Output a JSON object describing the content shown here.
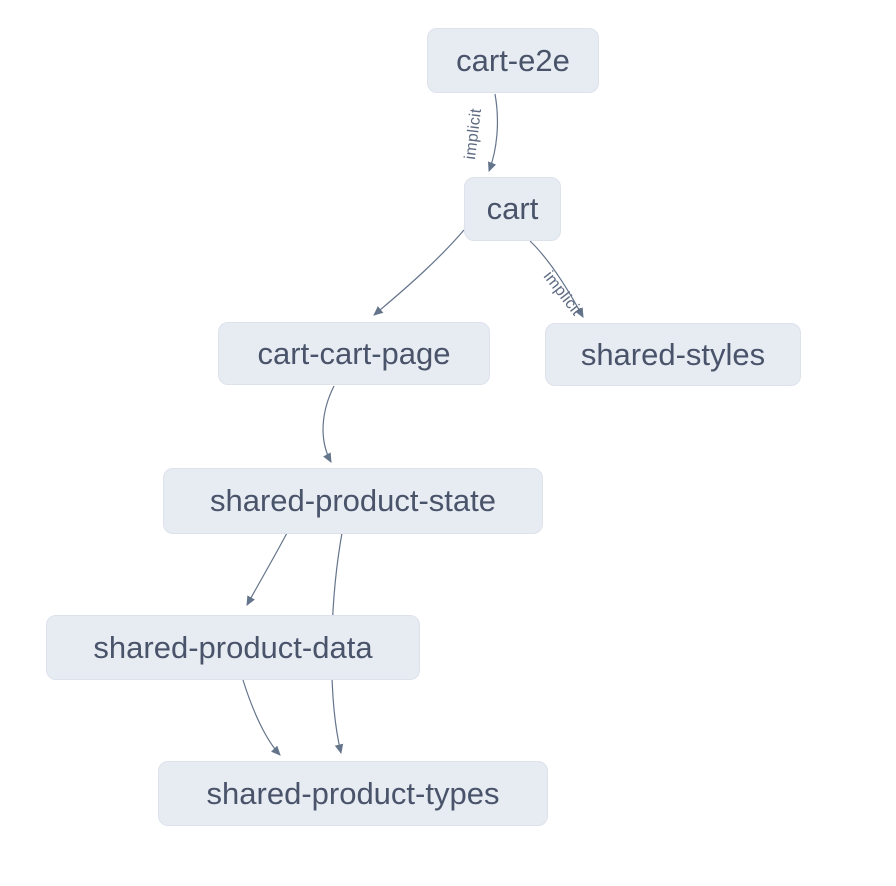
{
  "diagram": {
    "kind": "dependency-graph",
    "nodes": [
      {
        "id": "cart-e2e",
        "label": "cart-e2e"
      },
      {
        "id": "cart",
        "label": "cart"
      },
      {
        "id": "cart-cart-page",
        "label": "cart-cart-page"
      },
      {
        "id": "shared-styles",
        "label": "shared-styles"
      },
      {
        "id": "shared-product-state",
        "label": "shared-product-state"
      },
      {
        "id": "shared-product-data",
        "label": "shared-product-data"
      },
      {
        "id": "shared-product-types",
        "label": "shared-product-types"
      }
    ],
    "edges": [
      {
        "from": "cart-e2e",
        "to": "cart",
        "label": "implicit"
      },
      {
        "from": "cart",
        "to": "cart-cart-page",
        "label": ""
      },
      {
        "from": "cart",
        "to": "shared-styles",
        "label": "implicit"
      },
      {
        "from": "cart-cart-page",
        "to": "shared-product-state",
        "label": ""
      },
      {
        "from": "shared-product-state",
        "to": "shared-product-data",
        "label": ""
      },
      {
        "from": "shared-product-state",
        "to": "shared-product-types",
        "label": ""
      },
      {
        "from": "shared-product-data",
        "to": "shared-product-types",
        "label": ""
      }
    ],
    "colors": {
      "background": "#ffffff",
      "node_fill": "#e7ebf2",
      "node_border": "#dde2ec",
      "node_text": "#49536a",
      "edge_stroke": "#64748b",
      "edge_label_text": "#5d6a80"
    }
  }
}
